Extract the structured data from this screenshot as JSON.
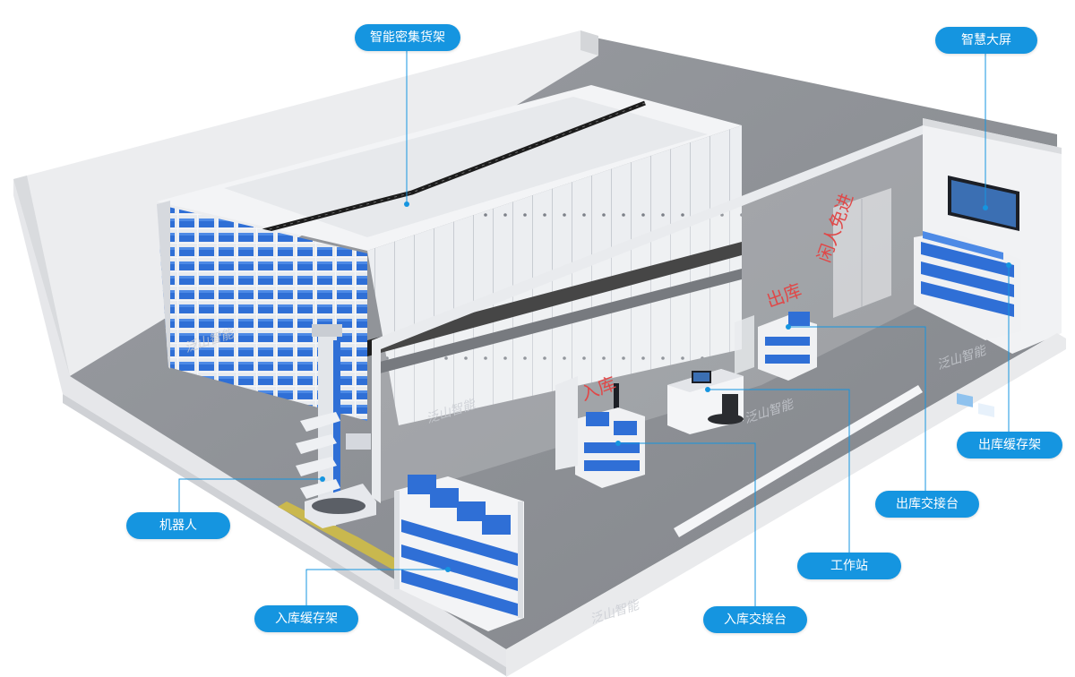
{
  "labels": {
    "shelf": "智能密集货架",
    "screen": "智慧大屏",
    "robot": "机器人",
    "in_buffer": "入库缓存架",
    "in_handover": "入库交接台",
    "workstation": "工作站",
    "out_handover": "出库交接台",
    "out_buffer": "出库缓存架"
  },
  "floor": {
    "inbound": "入库",
    "outbound": "出库",
    "door_text": "闲人免进"
  },
  "watermark": "泛山智能",
  "colors": {
    "label_bg": "#1595e0",
    "leader": "#1595e0",
    "bin": "#2f6fd6",
    "floor": "#8e9196",
    "floor_text": "#e04848"
  }
}
